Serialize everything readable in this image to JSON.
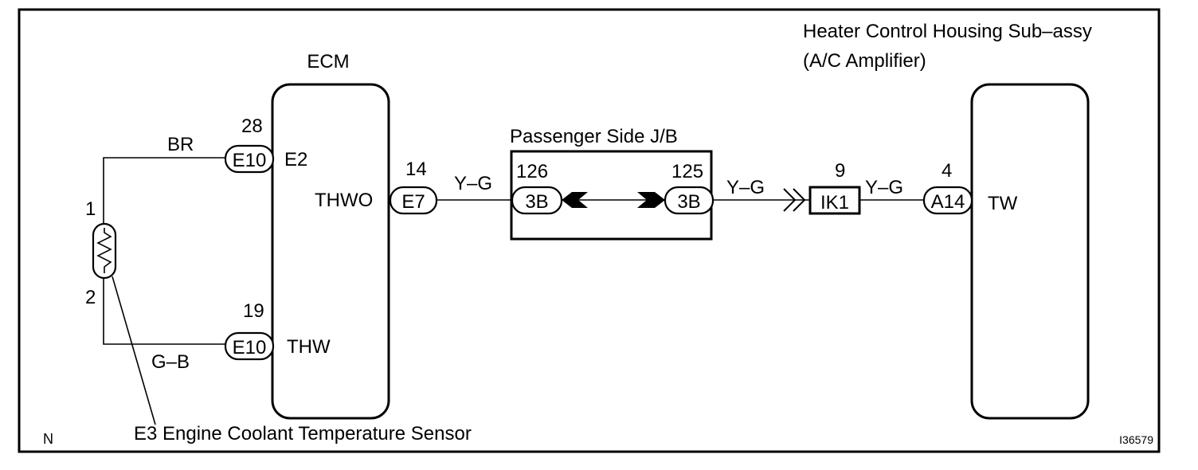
{
  "diagram": {
    "components": {
      "ecm": {
        "title": "ECM",
        "pin_e2": "E2",
        "pin_thwo": "THWO",
        "pin_thw": "THW"
      },
      "amplifier": {
        "title_line1": "Heater Control Housing Sub–assy",
        "title_line2": "(A/C Amplifier)",
        "pin_tw": "TW"
      },
      "junction_block": {
        "title": "Passenger Side J/B"
      },
      "sensor": {
        "label": "E3 Engine Coolant Temperature Sensor",
        "pin1": "1",
        "pin2": "2"
      }
    },
    "connectors": {
      "e10_top": {
        "code": "E10",
        "pin": "28"
      },
      "e10_bottom": {
        "code": "E10",
        "pin": "19"
      },
      "e7": {
        "code": "E7",
        "pin": "14"
      },
      "jb_left": {
        "code": "3B",
        "pin": "126"
      },
      "jb_right": {
        "code": "3B",
        "pin": "125"
      },
      "ik1": {
        "code": "IK1",
        "pin": "9"
      },
      "a14": {
        "code": "A14",
        "pin": "4"
      }
    },
    "wires": {
      "br": "BR",
      "gb": "G–B",
      "yg1": "Y–G",
      "yg2": "Y–G",
      "yg3": "Y–G"
    },
    "footer": {
      "corner_mark": "N",
      "figure_id": "I36579"
    }
  }
}
